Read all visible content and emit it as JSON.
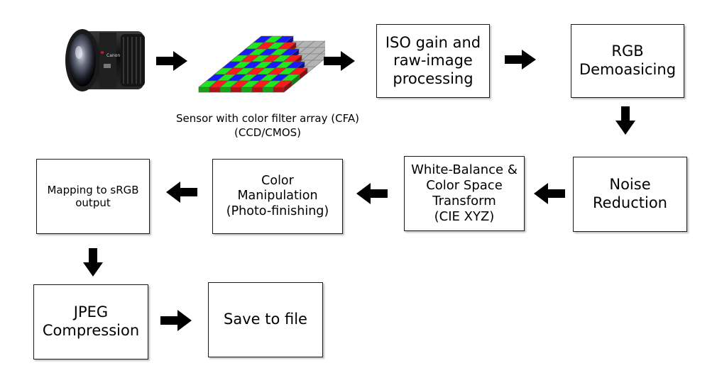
{
  "sensor": {
    "caption_line1": "Sensor with color filter array  (CFA)",
    "caption_line2": "(CCD/CMOS)"
  },
  "steps": {
    "iso": "ISO gain and\nraw-image\nprocessing",
    "demosaic": "RGB\nDemoasicing",
    "noise": "Noise\nReduction",
    "white_balance": "White-Balance &\nColor Space\nTransform\n(CIE XYZ)",
    "color_manipulation": "Color\nManipulation\n(Photo-finishing)",
    "mapping": "Mapping to sRGB\noutput",
    "jpeg": "JPEG\nCompression",
    "save": "Save to file"
  },
  "colors": {
    "cfa_red": "#ff1a1a",
    "cfa_green": "#1fe61f",
    "cfa_blue": "#1a1aff",
    "cfa_gray": "#b4b4b4",
    "arrow": "#000000"
  }
}
